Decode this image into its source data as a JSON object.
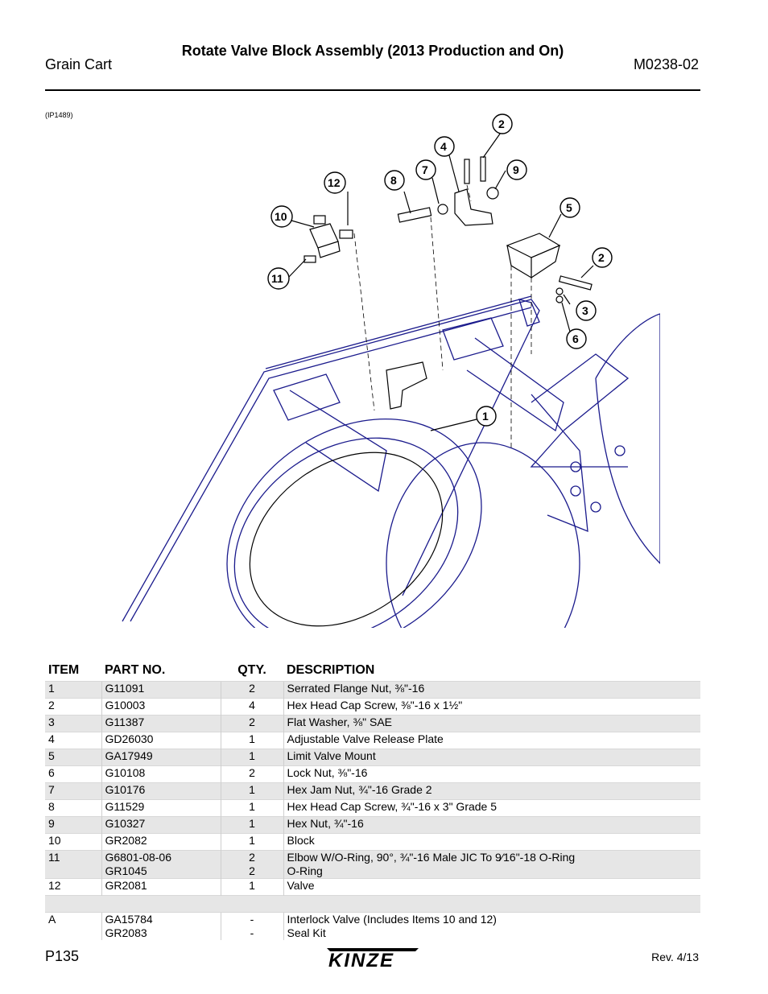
{
  "header": {
    "title": "Rotate Valve Block Assembly (2013 Production and On)",
    "section": "Grain Cart",
    "manual_number": "M0238-02"
  },
  "figure": {
    "id": "(IP1489)",
    "callouts": [
      "1",
      "2",
      "2",
      "3",
      "4",
      "5",
      "6",
      "7",
      "8",
      "9",
      "10",
      "11",
      "12"
    ]
  },
  "table": {
    "headers": [
      "ITEM",
      "PART NO.",
      "QTY.",
      "DESCRIPTION"
    ],
    "rows": [
      {
        "item": "1",
        "part": "G11091",
        "qty": "2",
        "desc": "Serrated Flange Nut, ⅜\"-16"
      },
      {
        "item": "2",
        "part": "G10003",
        "qty": "4",
        "desc": "Hex Head Cap Screw, ⅜\"-16 x 1½\""
      },
      {
        "item": "3",
        "part": "G11387",
        "qty": "2",
        "desc": "Flat Washer, ⅜\" SAE"
      },
      {
        "item": "4",
        "part": "GD26030",
        "qty": "1",
        "desc": "Adjustable Valve Release Plate"
      },
      {
        "item": "5",
        "part": "GA17949",
        "qty": "1",
        "desc": "Limit Valve Mount"
      },
      {
        "item": "6",
        "part": "G10108",
        "qty": "2",
        "desc": "Lock Nut, ⅜\"-16"
      },
      {
        "item": "7",
        "part": "G10176",
        "qty": "1",
        "desc": "Hex Jam Nut, ¾\"-16 Grade 2"
      },
      {
        "item": "8",
        "part": "G11529",
        "qty": "1",
        "desc": "Hex Head Cap Screw, ¾\"-16 x 3\" Grade 5"
      },
      {
        "item": "9",
        "part": "G10327",
        "qty": "1",
        "desc": "Hex Nut, ¾\"-16"
      },
      {
        "item": "10",
        "part": "GR2082",
        "qty": "1",
        "desc": "Block"
      },
      {
        "item": "11",
        "part": "G6801-08-06",
        "part2": "GR1045",
        "qty": "2",
        "qty2": "2",
        "desc": "Elbow W/O-Ring, 90°, ¾\"-16 Male JIC To 9⁄16\"-18 O-Ring",
        "desc2": "O-Ring"
      },
      {
        "item": "12",
        "part": "GR2081",
        "qty": "1",
        "desc": "Valve"
      },
      {
        "item": "",
        "part": "",
        "qty": "",
        "desc": ""
      },
      {
        "item": "A",
        "part": "GA15784",
        "part2": "GR2083",
        "qty": "-",
        "qty2": "-",
        "desc": "Interlock Valve (Includes Items 10 and 12)",
        "desc2": "Seal Kit"
      }
    ]
  },
  "footer": {
    "page": "P135",
    "brand": "KINZE",
    "revision": "Rev. 4/13"
  },
  "colors": {
    "line_art": "#1a1a8c",
    "shade": "#e6e6e6"
  }
}
